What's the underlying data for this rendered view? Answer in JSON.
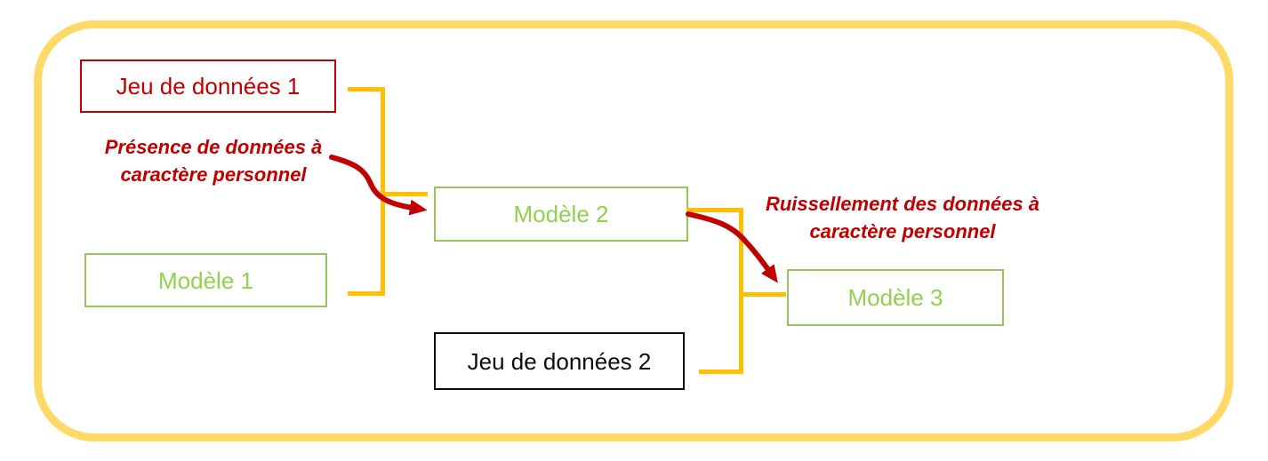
{
  "diagram": {
    "boxes": {
      "jeu1": {
        "label": "Jeu de données 1"
      },
      "modele1": {
        "label": "Modèle 1"
      },
      "modele2": {
        "label": "Modèle 2"
      },
      "modele3": {
        "label": "Modèle 3"
      },
      "jeu2": {
        "label": "Jeu de données 2"
      }
    },
    "annotations": {
      "presence": {
        "line1": "Présence de données à",
        "line2": "caractère personnel"
      },
      "ruissellement": {
        "line1": "Ruissellement des données à",
        "line2": "caractère personnel"
      }
    },
    "colors": {
      "dark_red": "#C00000",
      "green_text": "#92D050",
      "green_border": "#97C45C",
      "gold_connector": "#FFC000",
      "light_gold_frame": "#FFD966",
      "black": "#0D0D0D",
      "background": "#FFFFFF"
    }
  }
}
